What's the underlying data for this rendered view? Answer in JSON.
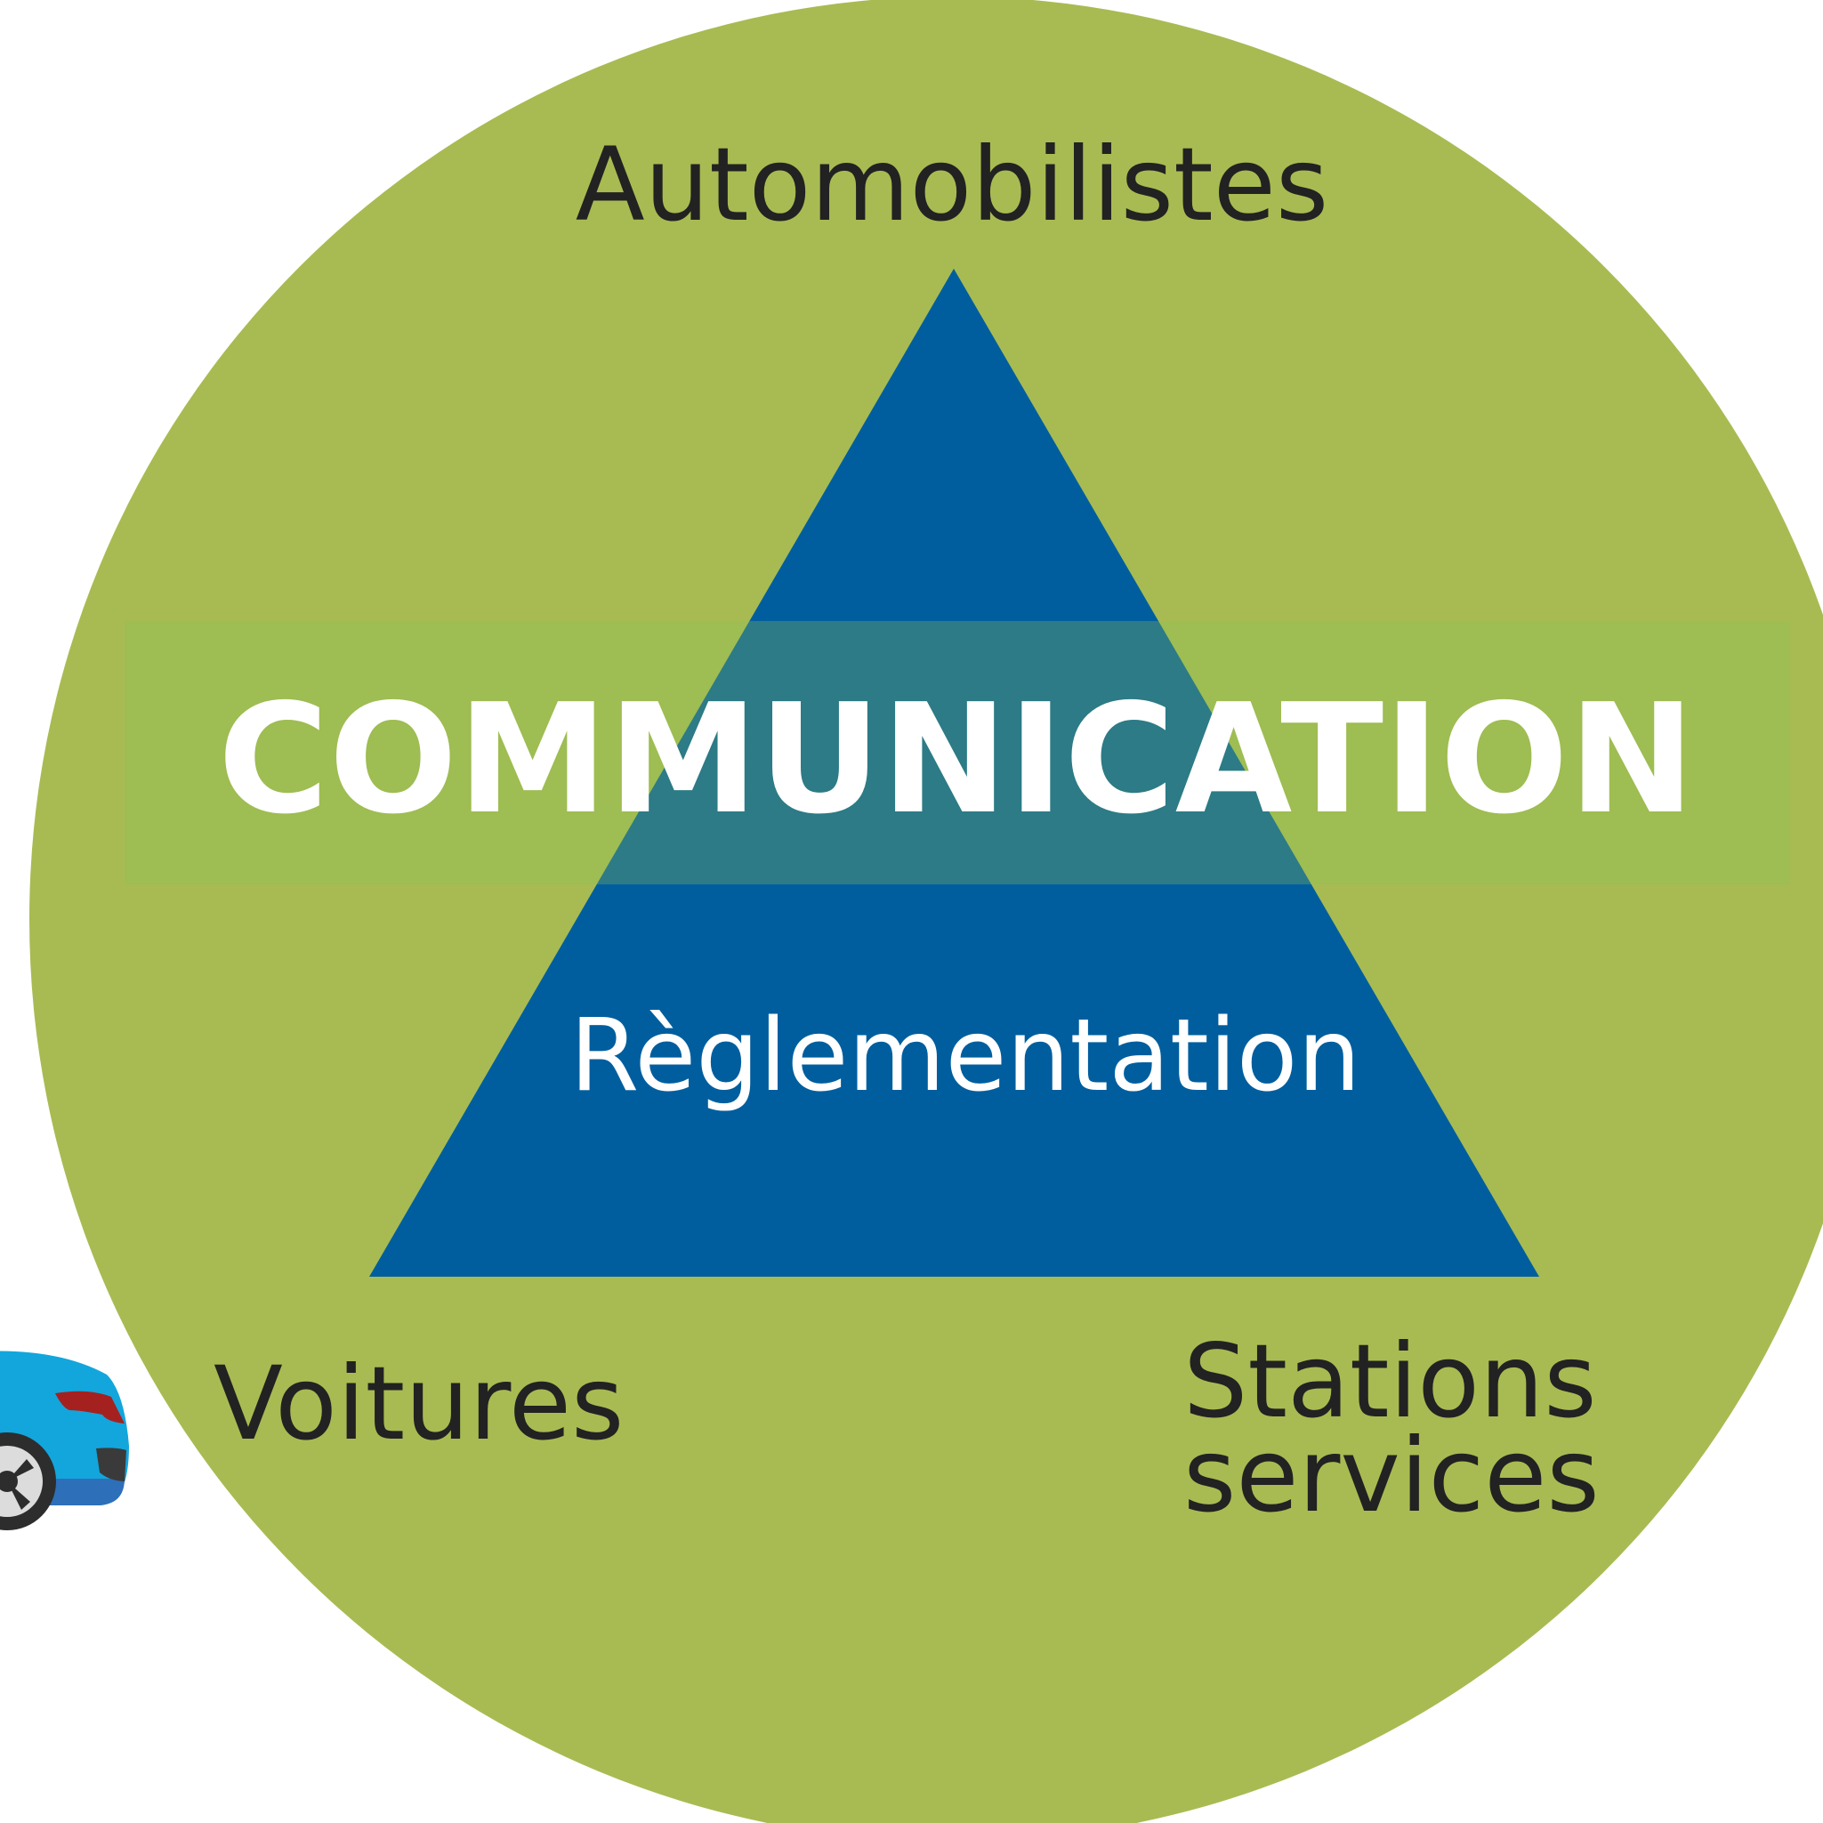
{
  "diagram": {
    "top_label": "Automobilistes",
    "banner_label": "COMMUNICATION",
    "center_label": "Règlementation",
    "left_label": "Voitures",
    "right_label_line1": "Stations",
    "right_label_line2": "services"
  },
  "colors": {
    "circle": "#a8bb52",
    "triangle": "#005e9e",
    "banner": "#9ebd52",
    "banner_over_triangle": "#2c7b86",
    "dark_text": "#222222",
    "light_text": "#ffffff",
    "car_body": "#12a6dc",
    "car_accent": "#a5211f"
  },
  "icons": {
    "car": "car-icon"
  }
}
